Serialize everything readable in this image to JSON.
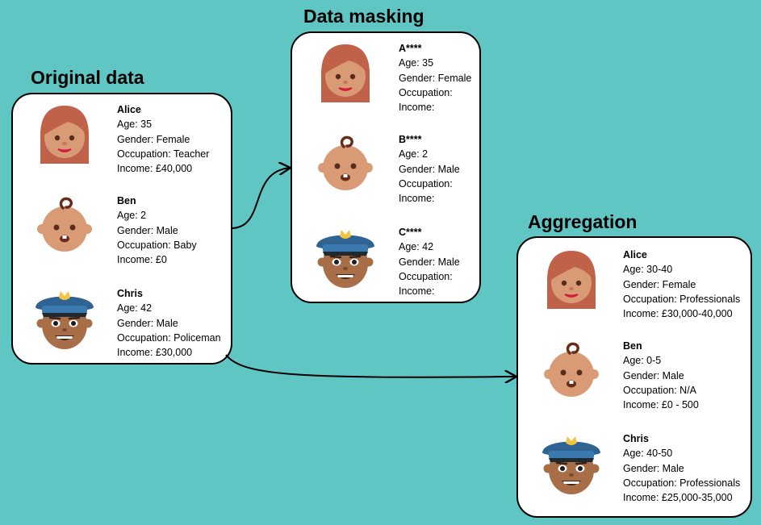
{
  "panels": {
    "original": {
      "title": "Original data",
      "records": [
        {
          "name": "Alice",
          "age": "Age: 35",
          "gender": "Gender: Female",
          "occupation": "Occupation: Teacher",
          "income": "Income:  £40,000",
          "avatar": "woman-face-icon"
        },
        {
          "name": "Ben",
          "age": "Age: 2",
          "gender": "Gender: Male",
          "occupation": "Occupation: Baby",
          "income": "Income:  £0",
          "avatar": "baby-face-icon"
        },
        {
          "name": "Chris",
          "age": "Age: 42",
          "gender": "Gender: Male",
          "occupation": "Occupation: Policeman",
          "income": "Income:  £30,000",
          "avatar": "police-officer-face-icon"
        }
      ]
    },
    "masking": {
      "title": "Data masking",
      "records": [
        {
          "name": "A****",
          "age": "Age: 35",
          "gender": "Gender: Female",
          "occupation": "Occupation:",
          "income": "Income:",
          "avatar": "woman-face-icon"
        },
        {
          "name": "B****",
          "age": "Age: 2",
          "gender": "Gender: Male",
          "occupation": "Occupation:",
          "income": "Income:",
          "avatar": "baby-face-icon"
        },
        {
          "name": "C****",
          "age": "Age: 42",
          "gender": "Gender: Male",
          "occupation": "Occupation:",
          "income": "Income:",
          "avatar": "police-officer-face-icon"
        }
      ]
    },
    "aggregation": {
      "title": "Aggregation",
      "records": [
        {
          "name": "Alice",
          "age": "Age: 30-40",
          "gender": "Gender: Female",
          "occupation": "Occupation: Professionals",
          "income": "Income: £30,000-40,000",
          "avatar": "woman-face-icon"
        },
        {
          "name": "Ben",
          "age": "Age: 0-5",
          "gender": "Gender: Male",
          "occupation": "Occupation: N/A",
          "income": "Income: £0 - 500",
          "avatar": "baby-face-icon"
        },
        {
          "name": "Chris",
          "age": "Age: 40-50",
          "gender": "Gender: Male",
          "occupation": "Occupation: Professionals",
          "income": "Income: £25,000-35,000",
          "avatar": "police-officer-face-icon"
        }
      ]
    }
  },
  "colors": {
    "background": "#5fc6c4",
    "panel": "#ffffff",
    "skin": "#d99b76",
    "hair": "#c0624a",
    "officer_skin": "#a86e47",
    "cap": "#2e6392",
    "badge": "#f6c244"
  }
}
